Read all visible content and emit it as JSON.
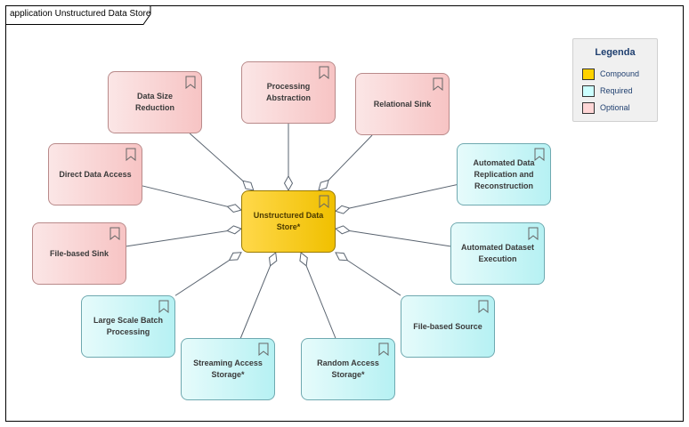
{
  "diagram": {
    "title": "application Unstructured Data Store"
  },
  "legend": {
    "title": "Legenda",
    "items": [
      {
        "key": "compound",
        "label": "Compound",
        "color": "#ffd200"
      },
      {
        "key": "required",
        "label": "Required",
        "color": "#ccffff"
      },
      {
        "key": "optional",
        "label": "Optional",
        "color": "#ffd6d6"
      }
    ]
  },
  "colors": {
    "compound": "#f5c800",
    "required": "#c9f6f8",
    "optional": "#f9d4d4",
    "edge": "#5a6470"
  },
  "center": {
    "id": "center",
    "label": "Unstructured Data Store*",
    "kind": "compound"
  },
  "nodes": [
    {
      "id": "data-size-reduction",
      "label": "Data Size Reduction",
      "kind": "optional"
    },
    {
      "id": "processing-abstraction",
      "label": "Processing Abstraction",
      "kind": "optional"
    },
    {
      "id": "relational-sink",
      "label": "Relational Sink",
      "kind": "optional"
    },
    {
      "id": "direct-data-access",
      "label": "Direct Data Access",
      "kind": "optional"
    },
    {
      "id": "automated-data-replication",
      "label": "Automated Data Replication and Reconstruction",
      "kind": "required"
    },
    {
      "id": "file-based-sink",
      "label": "File-based Sink",
      "kind": "optional"
    },
    {
      "id": "automated-dataset-execution",
      "label": "Automated Dataset Execution",
      "kind": "required"
    },
    {
      "id": "large-scale-batch",
      "label": "Large Scale Batch Processing",
      "kind": "required"
    },
    {
      "id": "file-based-source",
      "label": "File-based Source",
      "kind": "required"
    },
    {
      "id": "streaming-access-storage",
      "label": "Streaming Access Storage*",
      "kind": "required"
    },
    {
      "id": "random-access-storage",
      "label": "Random Access Storage*",
      "kind": "required"
    }
  ]
}
